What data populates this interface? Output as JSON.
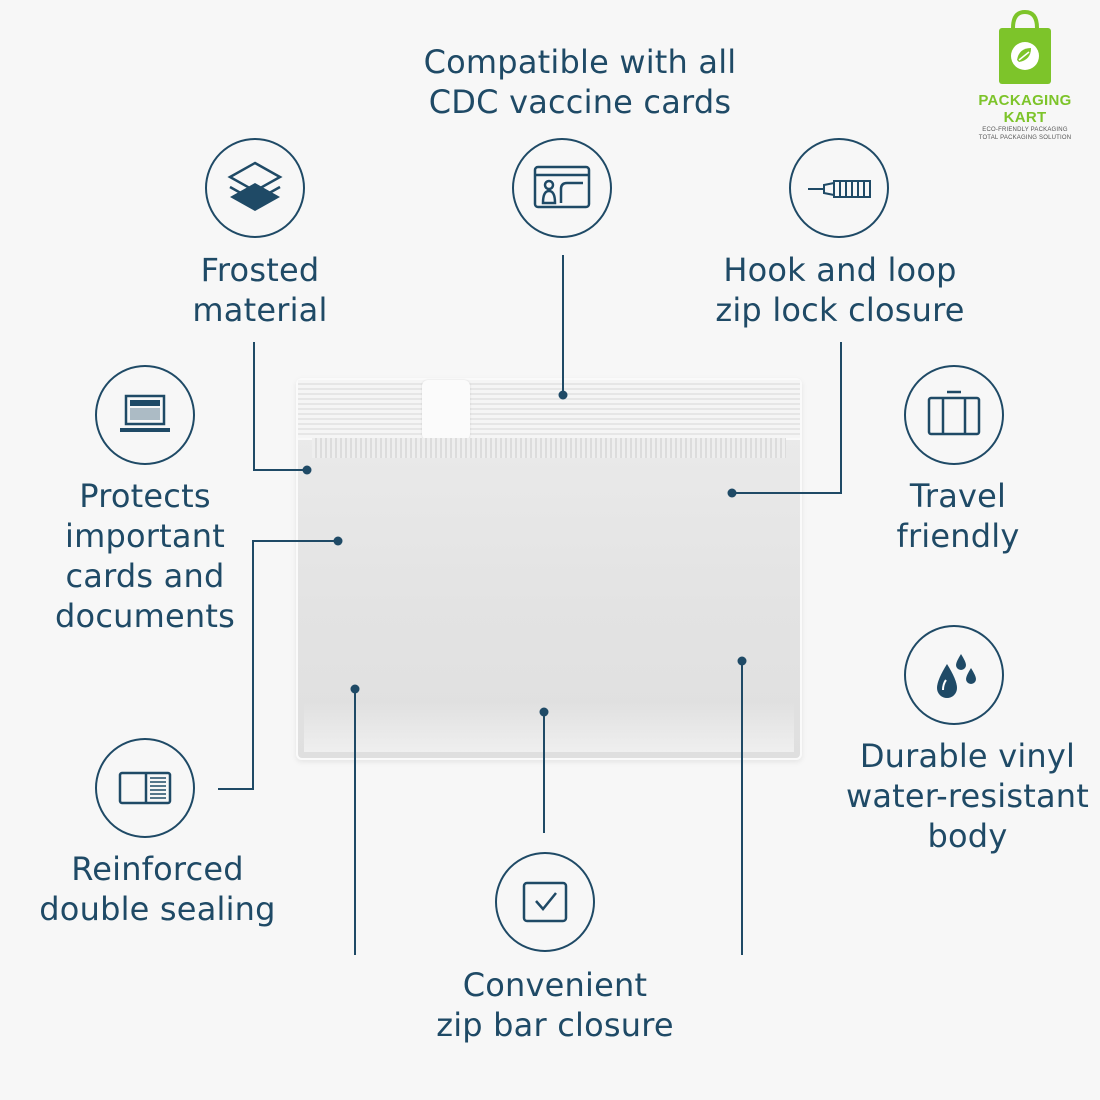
{
  "logo": {
    "brand": "PACKAGING KART",
    "tagline_1": "ECO-FRIENDLY PACKAGING",
    "tagline_2": "TOTAL PACKAGING SOLUTION",
    "color": "#7dc42a"
  },
  "features": {
    "cdc": {
      "line1": "Compatible with all",
      "line2": "CDC vaccine cards",
      "icon": "vaccine-card-icon"
    },
    "frosted": {
      "line1": "Frosted",
      "line2": "material",
      "icon": "layers-icon"
    },
    "hook": {
      "line1": "Hook and loop",
      "line2": "zip lock closure",
      "icon": "zip-slider-icon"
    },
    "protects": {
      "line1": "Protects",
      "line2": "important",
      "line3": "cards and",
      "line4": "documents",
      "icon": "laptop-icon"
    },
    "travel": {
      "line1": "Travel",
      "line2": "friendly",
      "icon": "suitcase-icon"
    },
    "durable": {
      "line1": "Durable vinyl",
      "line2": "water-resistant",
      "line3": "body",
      "icon": "water-drops-icon"
    },
    "reinforced": {
      "line1": "Reinforced",
      "line2": "double sealing",
      "icon": "double-seal-icon"
    },
    "zipbar": {
      "line1": "Convenient",
      "line2": "zip bar closure",
      "icon": "checkbox-icon"
    }
  },
  "colors": {
    "accent": "#1f4a66",
    "background": "#f7f7f7"
  }
}
